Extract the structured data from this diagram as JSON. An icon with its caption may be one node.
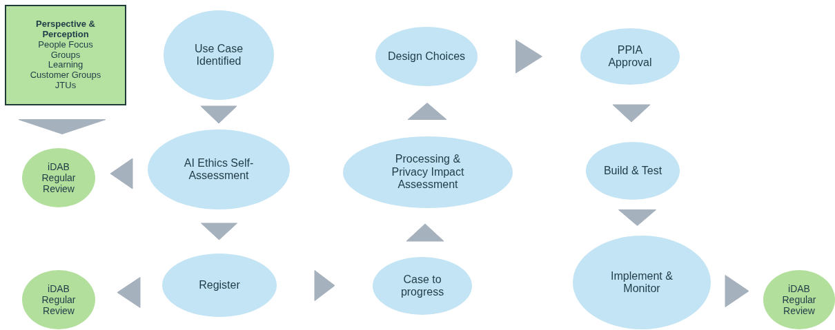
{
  "diagram": {
    "nodes": [
      {
        "text": [
          "Perspective & Perception",
          "People Focus Groups",
          "Learning",
          "Customer Groups",
          "JTUs"
        ]
      },
      {
        "text": [
          "Use Case Identified"
        ]
      },
      {
        "text": [
          "Design Choices"
        ]
      },
      {
        "text": [
          "PPIA Approval"
        ]
      },
      {
        "text": [
          "iDAB Regular Review"
        ]
      },
      {
        "text": [
          "AI Ethics Self-Assessment"
        ]
      },
      {
        "text": [
          "Processing & Privacy Impact Assessment"
        ]
      },
      {
        "text": [
          "Build & Test"
        ]
      },
      {
        "text": [
          "iDAB Regular Review"
        ]
      },
      {
        "text": [
          "Register"
        ]
      },
      {
        "text": [
          "Case to progress"
        ]
      },
      {
        "text": [
          "Implement & Monitor"
        ]
      },
      {
        "text": [
          "iDAB Regular Review"
        ]
      }
    ],
    "edges": [
      {
        "from": 0,
        "to": 4,
        "arrow": "to"
      },
      {
        "from": 1,
        "to": 5,
        "arrow": "to"
      },
      {
        "from": 5,
        "to": 4,
        "arrow": "to"
      },
      {
        "from": 5,
        "to": 9,
        "arrow": "to"
      },
      {
        "from": 9,
        "to": 8,
        "arrow": "to"
      },
      {
        "from": 9,
        "to": 10,
        "arrow": "to"
      },
      {
        "from": 10,
        "to": 6,
        "arrow": "to"
      },
      {
        "from": 6,
        "to": 2,
        "arrow": "to"
      },
      {
        "from": 2,
        "to": 3,
        "arrow": "to"
      },
      {
        "from": 3,
        "to": 7,
        "arrow": "to"
      },
      {
        "from": 7,
        "to": 11,
        "arrow": "to"
      },
      {
        "from": 11,
        "to": 12,
        "arrow": "to"
      }
    ]
  }
}
